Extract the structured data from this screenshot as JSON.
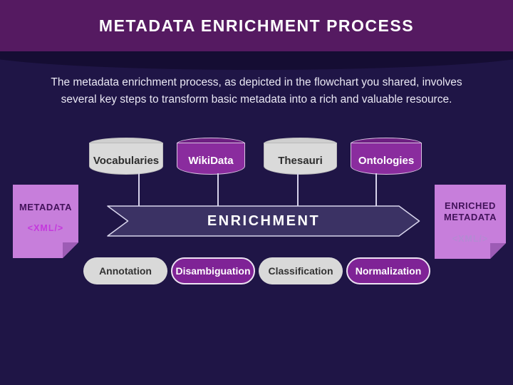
{
  "slide": {
    "title": "METADATA ENRICHMENT PROCESS",
    "description_line1": "The metadata enrichment process, as depicted in the flowchart you shared, involves",
    "description_line2": "several key steps to transform basic metadata into a rich and valuable resource."
  },
  "sources": [
    {
      "label": "Vocabularies",
      "variant": "gray"
    },
    {
      "label": "WikiData",
      "variant": "purple"
    },
    {
      "label": "Thesauri",
      "variant": "gray"
    },
    {
      "label": "Ontologies",
      "variant": "purple"
    }
  ],
  "banner": {
    "label": "ENRICHMENT"
  },
  "input_note": {
    "title": "METADATA",
    "tag": "<XML/>"
  },
  "output_note": {
    "title_line1": "ENRICHED",
    "title_line2": "METADATA",
    "tag": "<XML/>"
  },
  "steps": [
    {
      "label": "Annotation",
      "variant": "gray"
    },
    {
      "label": "Disambiguation",
      "variant": "purple"
    },
    {
      "label": "Classification",
      "variant": "gray"
    },
    {
      "label": "Normalization",
      "variant": "purple"
    }
  ],
  "colors": {
    "background": "#1f1546",
    "header": "#551a61",
    "accent_purple": "#8a2c9e",
    "banner_fill": "#3b3264",
    "note_purple": "#c77edb",
    "gray": "#d9d9d9"
  }
}
